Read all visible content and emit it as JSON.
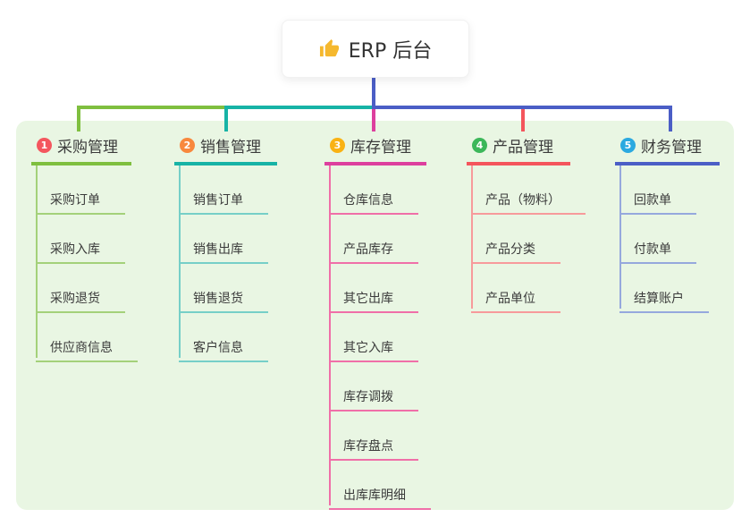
{
  "root": {
    "label": "ERP 后台",
    "icon": "thumbs-up-icon"
  },
  "colors": {
    "panel_bg": "#e9f6e3",
    "root_connector": "#4b5ec6",
    "text": "#3b3b3b",
    "thumb_icon": "#f5b82e"
  },
  "branches": [
    {
      "number": "1",
      "title": "采购管理",
      "badge_color": "#f4565e",
      "line_color": "#7fbf3f",
      "child_line_color": "#a4d17a",
      "children": [
        "采购订单",
        "采购入库",
        "采购退货",
        "供应商信息"
      ]
    },
    {
      "number": "2",
      "title": "销售管理",
      "badge_color": "#f8883d",
      "line_color": "#17b3a6",
      "child_line_color": "#76cfc8",
      "children": [
        "销售订单",
        "销售出库",
        "销售退货",
        "客户信息"
      ]
    },
    {
      "number": "3",
      "title": "库存管理",
      "badge_color": "#f9b213",
      "line_color": "#dd3f9e",
      "child_line_color": "#f06fa8",
      "children": [
        "仓库信息",
        "产品库存",
        "其它出库",
        "其它入库",
        "库存调拨",
        "库存盘点",
        "出库库明细"
      ]
    },
    {
      "number": "4",
      "title": "产品管理",
      "badge_color": "#3cb75a",
      "line_color": "#f4555c",
      "child_line_color": "#f79a9b",
      "children": [
        "产品（物料）",
        "产品分类",
        "产品单位"
      ]
    },
    {
      "number": "5",
      "title": "财务管理",
      "badge_color": "#2ba9e0",
      "line_color": "#4b5ec6",
      "child_line_color": "#96a8dd",
      "children": [
        "回款单",
        "付款单",
        "结算账户"
      ]
    }
  ]
}
